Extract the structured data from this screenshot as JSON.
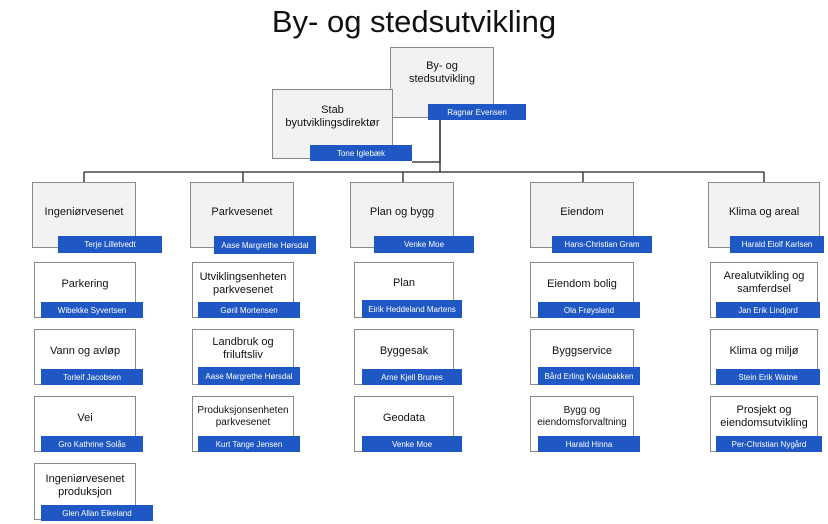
{
  "title": "By- og stedsutvikling",
  "top": {
    "unit": "By- og stedsutvikling",
    "person": "Ragnar Evensen"
  },
  "stab": {
    "unit": "Stab byutviklingsdirektør",
    "person": "Tone Iglebæk"
  },
  "departments": [
    {
      "unit": "Ingeniørvesenet",
      "person": "Terje Lilletvedt",
      "subunits": [
        {
          "unit": "Parkering",
          "person": "Wibekke Syvertsen"
        },
        {
          "unit": "Vann og avløp",
          "person": "Torleif Jacobsen"
        },
        {
          "unit": "Vei",
          "person": "Gro Kathrine Solås"
        },
        {
          "unit": "Ingeniørvesenet produksjon",
          "person": "Glen Allan Eikeland"
        }
      ]
    },
    {
      "unit": "Parkvesenet",
      "person": "Aase Margrethe Hørsdal",
      "subunits": [
        {
          "unit": "Utviklingsenheten parkvesenet",
          "person": "Gøril Mortensen"
        },
        {
          "unit": "Landbruk og friluftsliv",
          "person": "Aase Margrethe Hørsdal"
        },
        {
          "unit": "Produksjonsenheten parkvesenet",
          "person": "Kurt Tange Jensen"
        }
      ]
    },
    {
      "unit": "Plan og bygg",
      "person": "Venke Moe",
      "subunits": [
        {
          "unit": "Plan",
          "person": "Eirik Heddeland Martens"
        },
        {
          "unit": "Byggesak",
          "person": "Arne Kjell Brunes"
        },
        {
          "unit": "Geodata",
          "person": "Venke Moe"
        }
      ]
    },
    {
      "unit": "Eiendom",
      "person": "Hans-Christian Gram",
      "subunits": [
        {
          "unit": "Eiendom bolig",
          "person": "Ola Frøysland"
        },
        {
          "unit": "Byggservice",
          "person": "Bård Erling Kvislabakken"
        },
        {
          "unit": "Bygg og eiendomsforvaltning",
          "person": "Harald Hinna"
        }
      ]
    },
    {
      "unit": "Klima og areal",
      "person": "Harald Eiolf Karlsen",
      "subunits": [
        {
          "unit": "Arealutvikling og samferdsel",
          "person": "Jan Erik Lindjord"
        },
        {
          "unit": "Klima og miljø",
          "person": "Stein Erik Watne"
        },
        {
          "unit": "Prosjekt og eiendomsutvikling",
          "person": "Per-Christian Nygård"
        }
      ]
    }
  ]
}
